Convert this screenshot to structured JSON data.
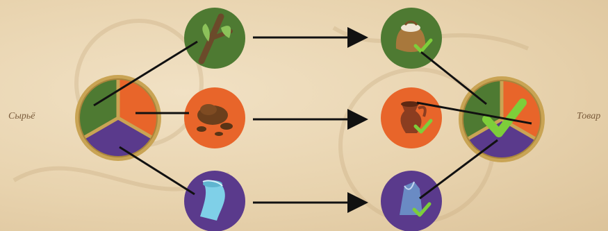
{
  "labels": {
    "left": "Сырьё",
    "right": "Товар"
  },
  "colors": {
    "green": "#4e7a32",
    "orange": "#e8652a",
    "purple": "#5a3a8c",
    "gold_rim": "#c9a454",
    "check": "#7dce3a",
    "connector": "#111111"
  },
  "raw_materials": [
    {
      "name": "wood",
      "icon": "branch-icon",
      "color": "green"
    },
    {
      "name": "clay",
      "icon": "clay-pile-icon",
      "color": "orange"
    },
    {
      "name": "cloth",
      "icon": "fabric-roll-icon",
      "color": "purple"
    }
  ],
  "goods": [
    {
      "name": "grain-sack",
      "icon": "grain-sack-icon",
      "color": "green",
      "checked": true
    },
    {
      "name": "clay-jug",
      "icon": "clay-jug-icon",
      "color": "orange",
      "checked": true
    },
    {
      "name": "garment",
      "icon": "garment-icon",
      "color": "purple",
      "checked": true
    }
  ]
}
